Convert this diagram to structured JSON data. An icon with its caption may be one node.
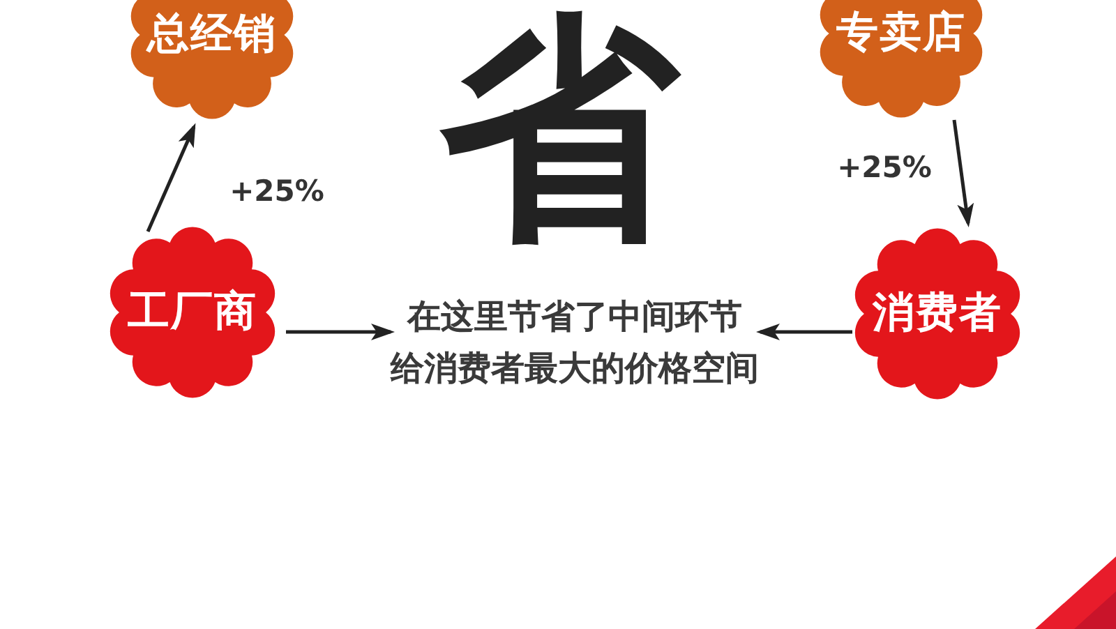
{
  "diagram": {
    "nodes": [
      {
        "text": [
          "总经销"
        ]
      },
      {
        "text": [
          "专卖店"
        ]
      },
      {
        "text": [
          "工厂商"
        ]
      },
      {
        "text": [
          "在这里节省了中间环节给消费者最大的价格空间"
        ]
      },
      {
        "text": [
          "消费者"
        ]
      }
    ],
    "edges": [
      {
        "from": 2,
        "to": 0,
        "arrow": "to",
        "label": "+25%"
      },
      {
        "from": 1,
        "to": 4,
        "arrow": "to",
        "label": "+25%"
      },
      {
        "from": 2,
        "to": 3,
        "arrow": "to"
      },
      {
        "from": 4,
        "to": 3,
        "arrow": "to"
      }
    ],
    "labels": [
      "省"
    ]
  }
}
